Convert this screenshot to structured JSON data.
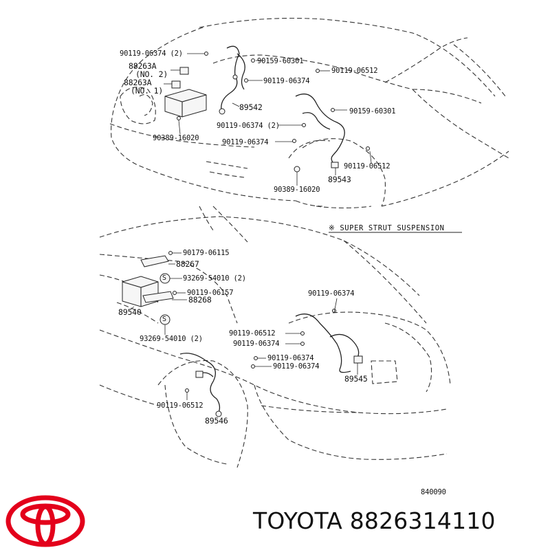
{
  "upper_view": {
    "labels": {
      "p1": "90119-06374 (2)",
      "p2": "88263A",
      "p3": "(NO. 2)",
      "p4": "88263A",
      "p5": "(NO. 1)",
      "p6": "90159-60301",
      "p7": "90119-06512",
      "p8": "90119-06374",
      "p9": "89542",
      "p10": "90159-60301",
      "p11": "90119-06374 (2)",
      "p12": "90389-16020",
      "p13": "90119-06374",
      "p14": "90119-06512",
      "p15": "89543",
      "p16": "90389-16020"
    }
  },
  "legend_note": "※ SUPER STRUT SUSPENSION",
  "lower_view": {
    "labels": {
      "q1": "90179-06115",
      "q2": "88267",
      "q3": "93269-54010 (2)",
      "q4": "90119-06157",
      "q5": "88268",
      "q6": "89540",
      "q7": "90119-06374",
      "q8": "93269-54010 (2)",
      "q9": "90119-06512",
      "q10": "90119-06374",
      "q11": "90119-06374",
      "q12": "90119-06374",
      "q13": "89545",
      "q14": "90119-06512",
      "q15": "89546",
      "s1": "S",
      "s2": "S"
    }
  },
  "figure_ref": "840090",
  "brand_text": "TOYOTA 8826314110",
  "colors": {
    "logo": "#e3001b",
    "line": "#222222"
  }
}
